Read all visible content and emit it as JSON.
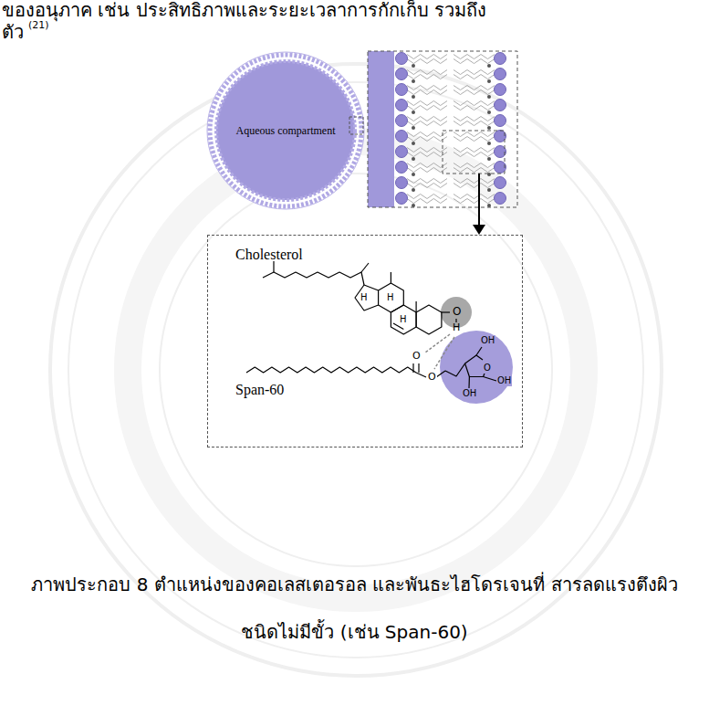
{
  "diagram": {
    "caption": "ภาพประกอบ 8 ตำแหน่งของคอเลสเตอรอล และพันธะไฮโดรเจนที่ สารลดแรงตึงผิวชนิดไม่มีขั้ว (เช่น Span-60)",
    "nodes": [
      {
        "text": [
          "Aqueous compartment"
        ]
      },
      {
        "text": [
          "Cholesterol",
          "Span-60"
        ]
      }
    ],
    "labels": [
      "ของอนุภาค เช่น ประสิทธิภาพและระยะเวลาการกักเก็บ รวมถึง",
      "ตัว",
      "(21)",
      "H",
      "H",
      "H",
      "O",
      "H",
      "O",
      "O",
      "O",
      "OH",
      "OH",
      "OH"
    ]
  }
}
